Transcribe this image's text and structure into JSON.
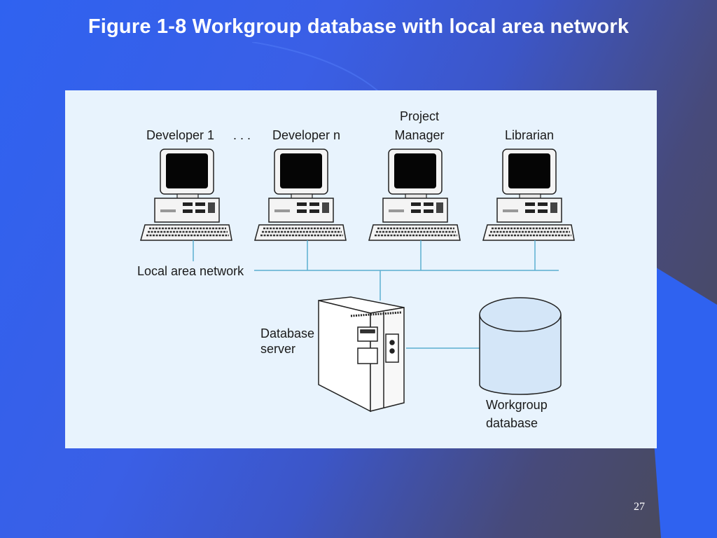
{
  "slide": {
    "title": "Figure 1-8 Workgroup database with local area network",
    "page_number": "27"
  },
  "diagram": {
    "labels": {
      "developer1": "Developer 1",
      "ellipsis": ". . .",
      "developern": "Developer n",
      "project_manager_line1": "Project",
      "project_manager_line2": "Manager",
      "librarian": "Librarian",
      "lan": "Local area network",
      "db_server_line1": "Database",
      "db_server_line2": "server",
      "workgroup_db_line1": "Workgroup",
      "workgroup_db_line2": "database"
    }
  }
}
